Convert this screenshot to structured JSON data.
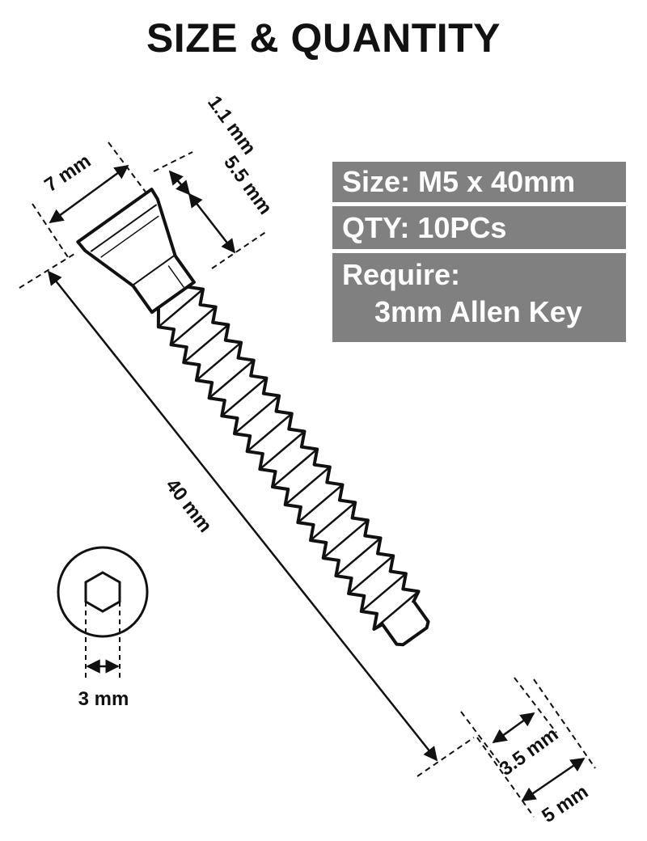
{
  "title": "SIZE & QUANTITY",
  "specs": {
    "size": "Size: M5 x 40mm",
    "qty": "QTY: 10PCs",
    "require_label": "Require:",
    "require_value": "3mm Allen Key"
  },
  "dimensions": {
    "head_diameter": "7 mm",
    "head_height": "1.1 mm",
    "shank_length": "5.5 mm",
    "total_length": "40 mm",
    "tip_diameter": "3.5 mm",
    "thread_diameter": "5 mm",
    "hex_socket": "3 mm"
  },
  "colors": {
    "panel": "#808080",
    "panel_text": "#ffffff",
    "line": "#111111"
  }
}
